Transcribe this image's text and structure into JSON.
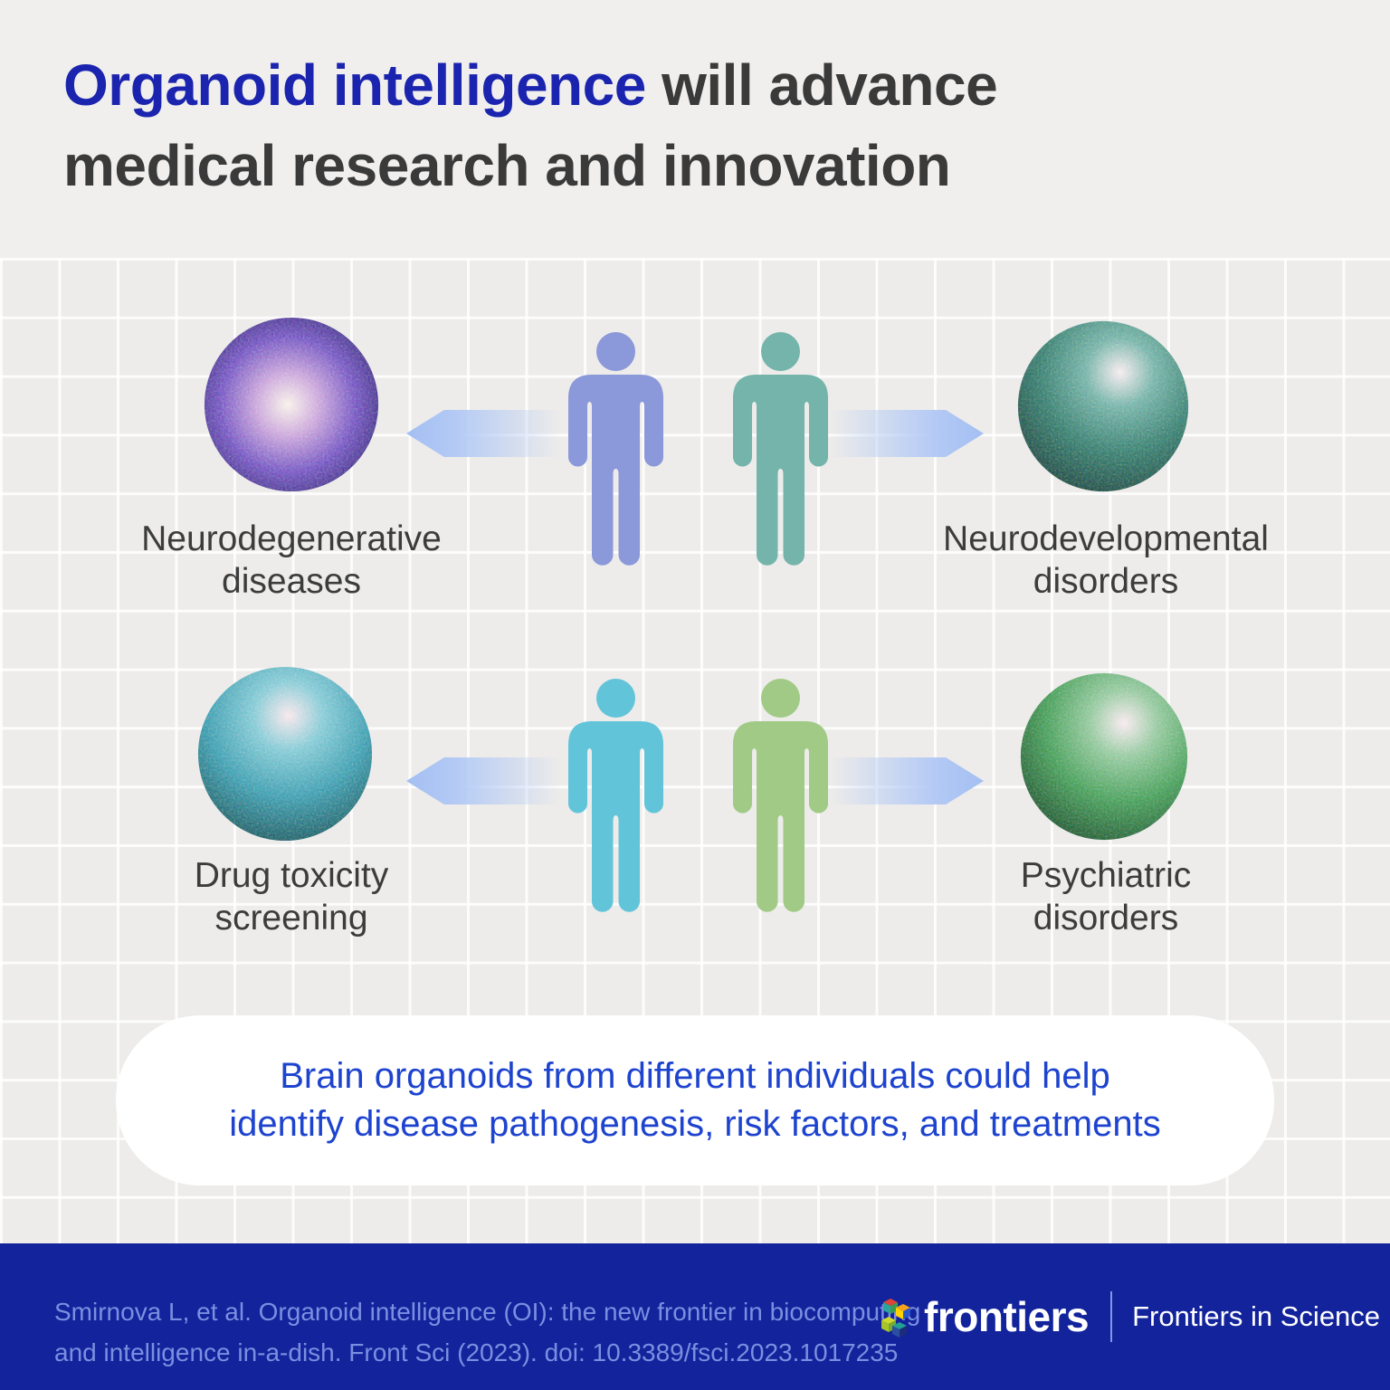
{
  "header": {
    "title_highlight": "Organoid intelligence",
    "title_rest_line1": " will advance",
    "title_line2": "medical research and innovation"
  },
  "panels": [
    {
      "label_line1": "Neurodegenerative",
      "label_line2": "diseases",
      "organoid_colors": [
        "#f8f1e9",
        "#c9a3da",
        "#6f4fc0",
        "#2c2070"
      ]
    },
    {
      "label_line1": "Neurodevelopmental",
      "label_line2": "disorders",
      "organoid_colors": [
        "#f7ebee",
        "#6fb0a4",
        "#2f7a6a",
        "#17463e"
      ]
    },
    {
      "label_line1": "Drug toxicity",
      "label_line2": "screening",
      "organoid_colors": [
        "#f7e6ea",
        "#7fc8d4",
        "#359aad",
        "#175b63"
      ]
    },
    {
      "label_line1": "Psychiatric",
      "label_line2": "disorders",
      "organoid_colors": [
        "#f8e9ef",
        "#90c79a",
        "#3f9b52",
        "#1c5a2e"
      ]
    }
  ],
  "pill": {
    "line1": "Brain organoids from different individuals could help",
    "line2": "identify disease pathogenesis, risk factors, and treatments"
  },
  "footer": {
    "citation_line1": "Smirnova L, et al. Organoid intelligence (OI): the new frontier in biocomputing",
    "citation_line2": "and intelligence in-a-dish. Front Sci (2023). doi: 10.3389/fsci.2023.1017235",
    "brand": "frontiers",
    "publication": "Frontiers in Science"
  },
  "palette": {
    "title_highlight_color": "#1b24ae",
    "heading_text_color": "#3a3a3a",
    "label_text_color": "#3c3c3c",
    "pill_text_color": "#1d43cf",
    "pill_bg": "#ffffff",
    "footer_bg": "#12239c",
    "citation_color": "#7b8fe0",
    "arrow_color": "#aac4f2",
    "person_colors": [
      "#8b98d9",
      "#74b4ab",
      "#62c4d9",
      "#a0ca85"
    ]
  }
}
